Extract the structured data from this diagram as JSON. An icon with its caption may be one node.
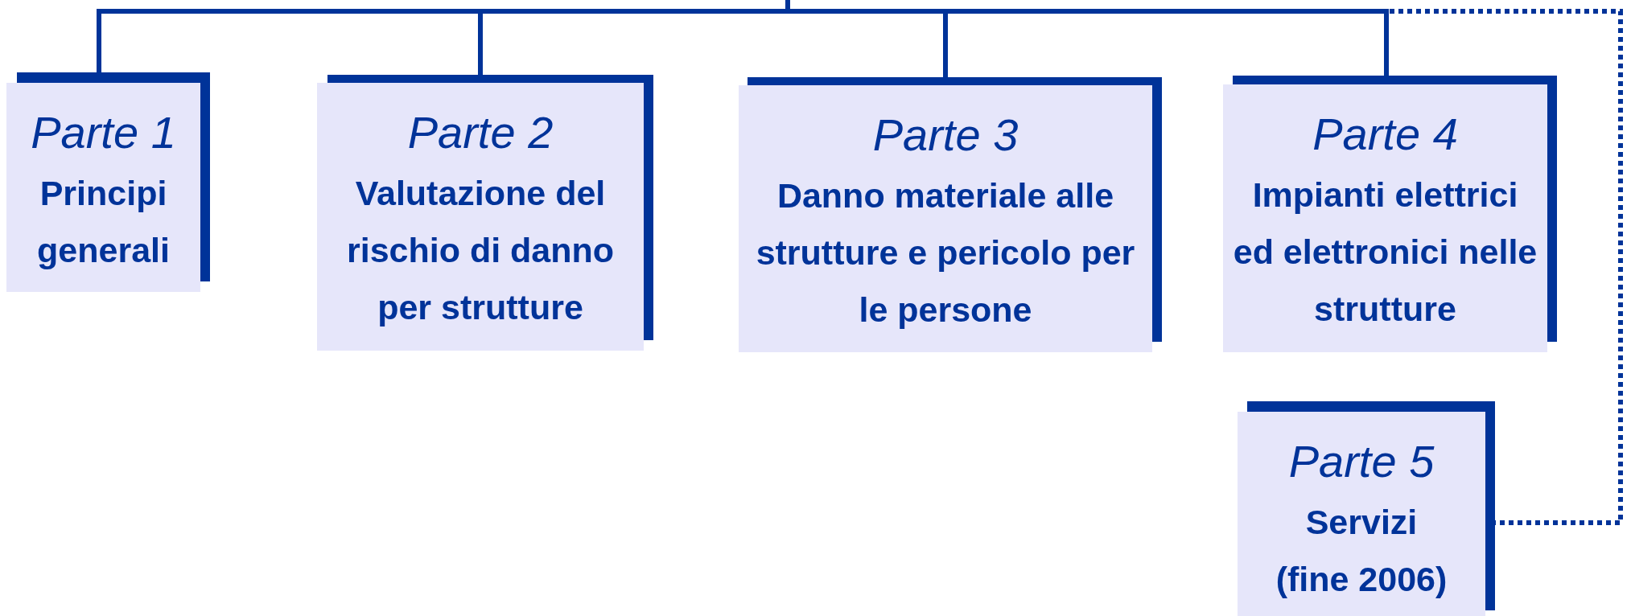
{
  "diagram": {
    "nodes": [
      {
        "text": [
          "Parte 1",
          "Principi generali"
        ]
      },
      {
        "text": [
          "Parte 2",
          "Valutazione del rischio di danno per strutture"
        ]
      },
      {
        "text": [
          "Parte 3",
          "Danno materiale alle strutture e pericolo per le persone"
        ]
      },
      {
        "text": [
          "Parte 4",
          "Impianti elettrici ed elettronici nelle strutture"
        ]
      },
      {
        "text": [
          "Parte 5",
          "Servizi",
          "(fine 2006)"
        ]
      }
    ],
    "edges": [
      {
        "from": null,
        "to": 0,
        "arrow": "none"
      },
      {
        "from": null,
        "to": 1,
        "arrow": "none"
      },
      {
        "from": null,
        "to": 2,
        "arrow": "none"
      },
      {
        "from": null,
        "to": 3,
        "arrow": "none"
      },
      {
        "from": null,
        "to": 4,
        "arrow": "none",
        "style": "dashed"
      }
    ]
  }
}
